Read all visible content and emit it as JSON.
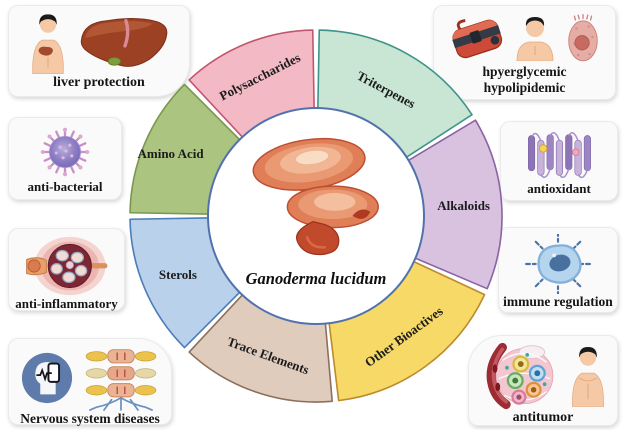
{
  "figure": {
    "center_label": "Ganoderma lucidum"
  },
  "wheel": {
    "inner_border_color": "#5272ae",
    "outer_radius": 186,
    "inner_radius": 102,
    "white_circle_radius": 108,
    "segments": [
      {
        "label": "Polysaccharides",
        "fill": "#f3bac6",
        "stroke": "#c2566e",
        "start": 317,
        "end": 359,
        "label_rotation": -27,
        "label_radius": 150
      },
      {
        "label": "Triterpenes",
        "fill": "#c9e5d4",
        "stroke": "#3f948a",
        "start": 1,
        "end": 57,
        "label_rotation": 28,
        "label_radius": 144
      },
      {
        "label": "Alkaloids",
        "fill": "#d8c2e0",
        "stroke": "#8a63a2",
        "start": 59,
        "end": 113,
        "label_rotation": 0,
        "label_radius": 148
      },
      {
        "label": "Other Bioactives",
        "fill": "#f6d967",
        "stroke": "#bf8a2d",
        "start": 115,
        "end": 173,
        "label_rotation": -36,
        "label_radius": 150
      },
      {
        "label": "Trace Elements",
        "fill": "#dfccbd",
        "stroke": "#8d6f5c",
        "start": 175,
        "end": 223,
        "label_rotation": 20,
        "label_radius": 148
      },
      {
        "label": "Sterols",
        "fill": "#b9d1ea",
        "stroke": "#4c7cb9",
        "start": 225,
        "end": 269,
        "label_rotation": 0,
        "label_radius": 150
      },
      {
        "label": "Amino Acid",
        "fill": "#abc47f",
        "stroke": "#79984e",
        "start": 271,
        "end": 315,
        "label_rotation": 0,
        "label_radius": 158
      }
    ]
  },
  "effects": [
    {
      "id": "liver-protection",
      "label": "liver protection",
      "icons": [
        "person-torso-icon",
        "liver-icon"
      ]
    },
    {
      "id": "hyperglycemic",
      "label_lines": [
        "hpyerglycemic",
        "hypolipidemic"
      ],
      "icons": [
        "glucometer-icon",
        "person-bust-icon",
        "organ-icon"
      ]
    },
    {
      "id": "anti-bacterial",
      "label": "anti-bacterial",
      "icons": [
        "virus-icon"
      ]
    },
    {
      "id": "antioxidant",
      "label": "antioxidant",
      "icons": [
        "protein-icon"
      ]
    },
    {
      "id": "anti-inflammatory",
      "label": "anti-inflammatory",
      "icons": [
        "inflammation-icon"
      ]
    },
    {
      "id": "immune-regulation",
      "label": "immune regulation",
      "icons": [
        "immune-cell-icon"
      ]
    },
    {
      "id": "nervous-system",
      "label": "Nervous system diseases",
      "icons": [
        "head-profile-icon",
        "spine-icon"
      ]
    },
    {
      "id": "antitumor",
      "label": "antitumor",
      "icons": [
        "tumor-icon",
        "person-torso-icon"
      ]
    }
  ]
}
